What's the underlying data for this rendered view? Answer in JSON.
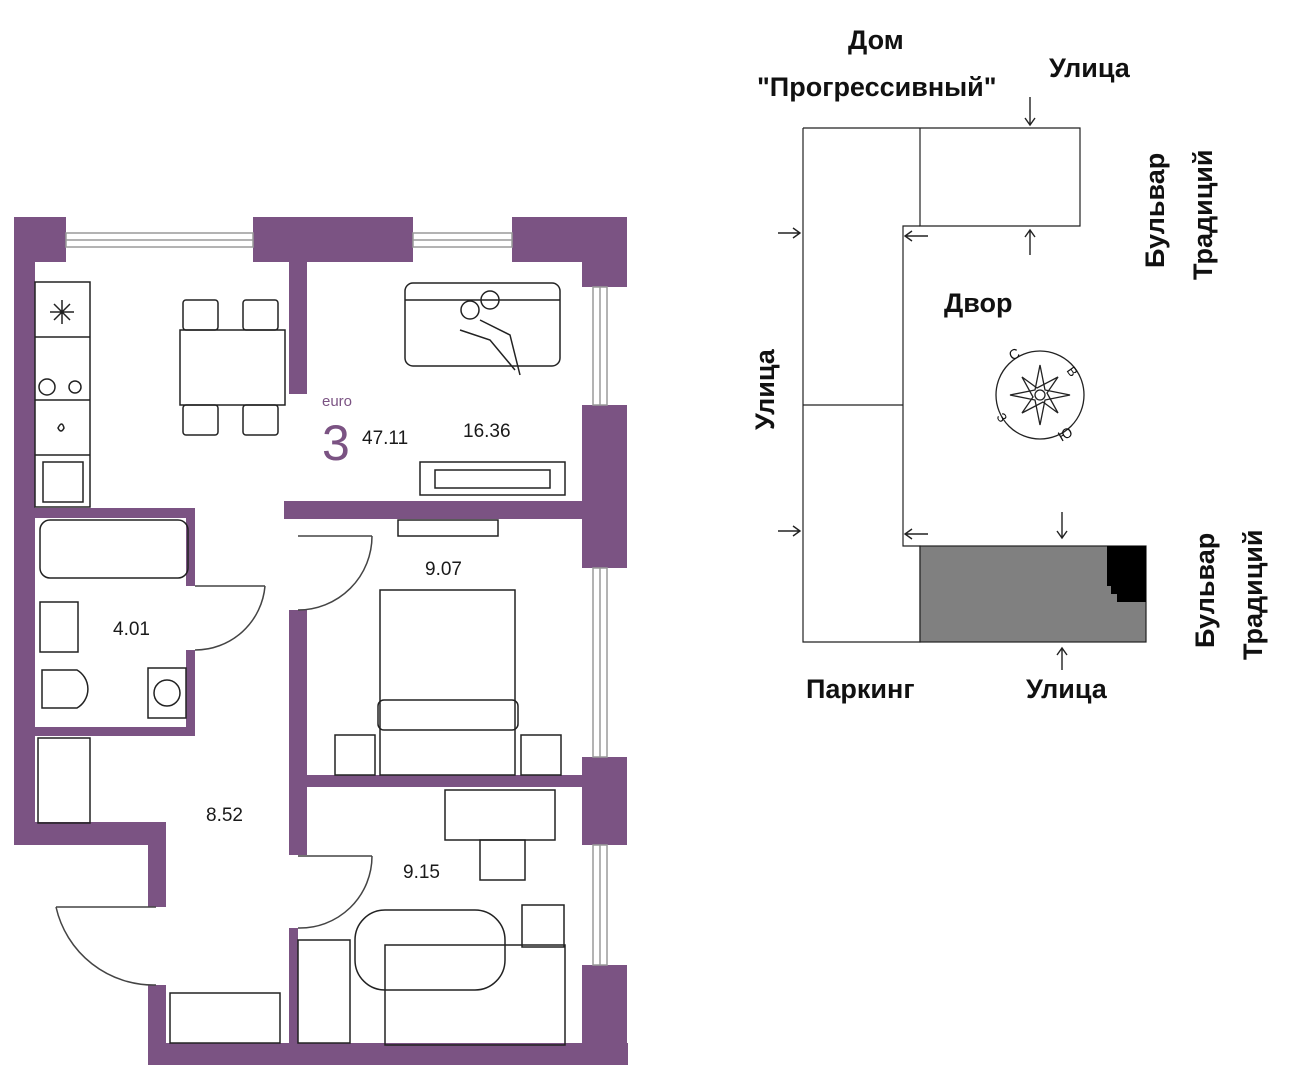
{
  "colors": {
    "wall": "#7b5383",
    "accent_text": "#7b5383",
    "building_line": "#222222",
    "parking": "#808080",
    "black_block": "#000000"
  },
  "apartment": {
    "type_label": "euro",
    "rooms": "3",
    "total_area": "47.11",
    "rooms_areas": {
      "living_room": "16.36",
      "bathroom": "4.01",
      "bedroom_1": "9.07",
      "hallway": "8.52",
      "bedroom_2": "9.15"
    }
  },
  "site_plan": {
    "house_title_line1": "Дом",
    "house_title_line2": "\"Прогрессивный\"",
    "street_top": "Улица",
    "street_left": "Улица",
    "street_bottom": "Улица",
    "boulevard_top_line1": "Бульвар",
    "boulevard_top_line2": "Традиций",
    "boulevard_bottom_line1": "Бульвар",
    "boulevard_bottom_line2": "Традиций",
    "yard": "Двор",
    "parking": "Паркинг",
    "compass": {
      "north": "С",
      "east": "В",
      "south": "Ю",
      "west": "З"
    }
  }
}
